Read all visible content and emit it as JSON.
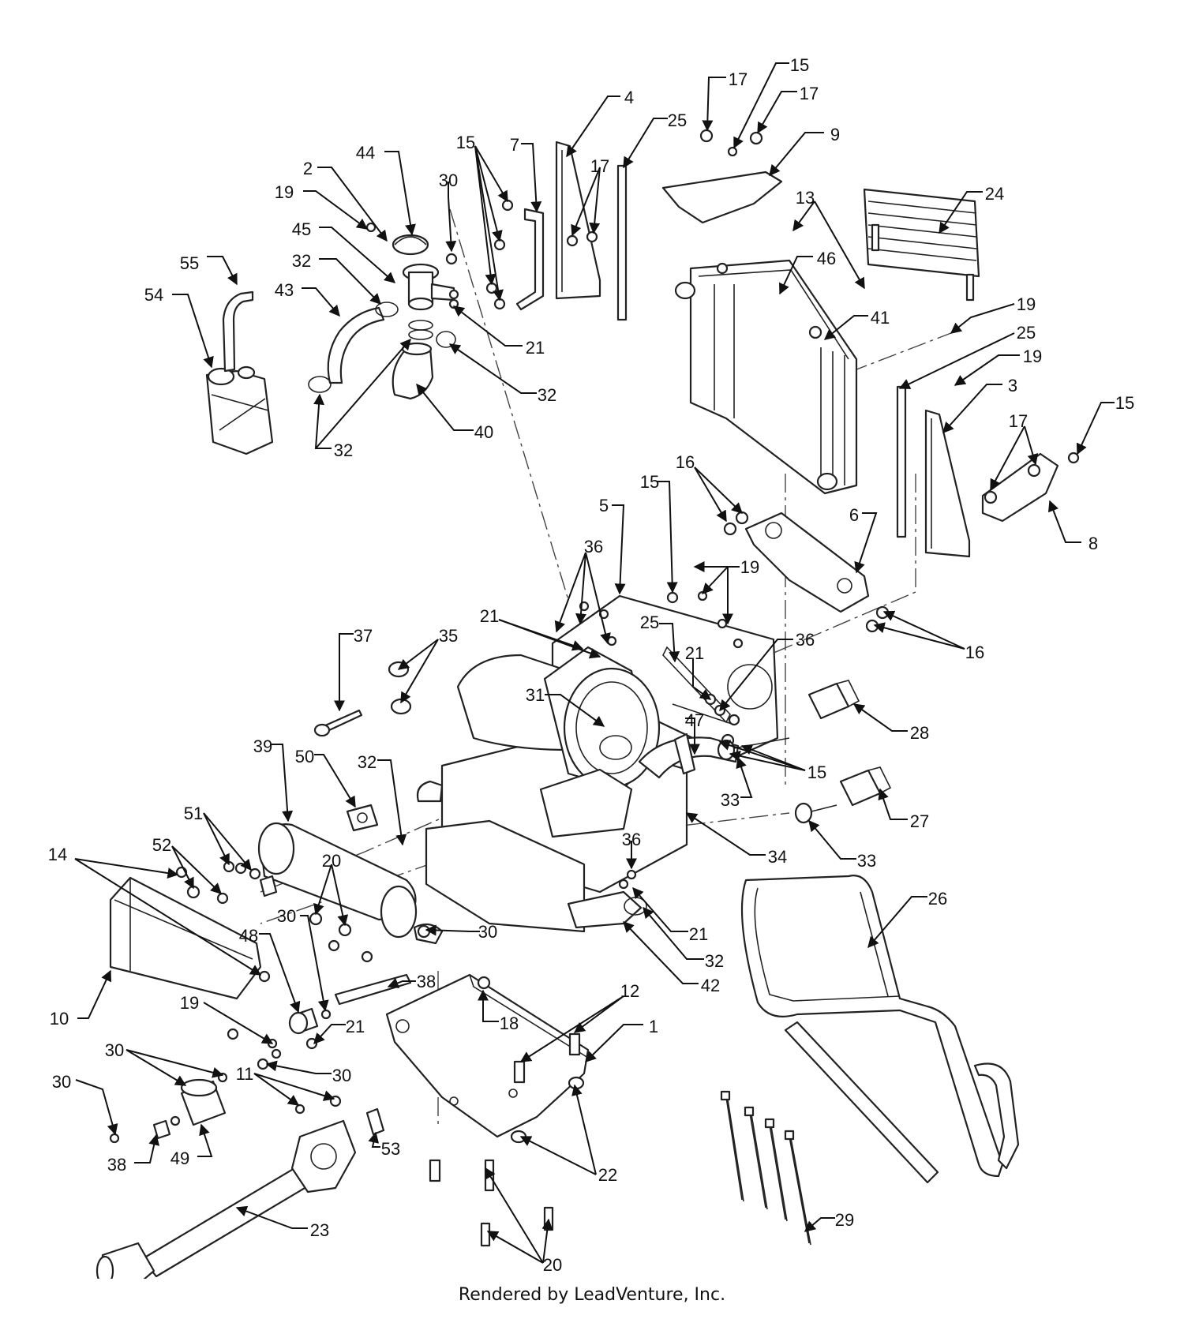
{
  "footer": "Rendered by LeadVenture, Inc.",
  "callouts": [
    {
      "id": "c55",
      "text": "55"
    },
    {
      "id": "c54",
      "text": "54"
    },
    {
      "id": "c43",
      "text": "43"
    },
    {
      "id": "c32a",
      "text": "32"
    },
    {
      "id": "c45",
      "text": "45"
    },
    {
      "id": "c19a",
      "text": "19"
    },
    {
      "id": "c2",
      "text": "2"
    },
    {
      "id": "c44",
      "text": "44"
    },
    {
      "id": "c30a",
      "text": "30"
    },
    {
      "id": "c15a",
      "text": "15"
    },
    {
      "id": "c7",
      "text": "7"
    },
    {
      "id": "c4",
      "text": "4"
    },
    {
      "id": "c17a",
      "text": "17"
    },
    {
      "id": "c25a",
      "text": "25"
    },
    {
      "id": "c21a",
      "text": "21"
    },
    {
      "id": "c32b",
      "text": "32"
    },
    {
      "id": "c40",
      "text": "40"
    },
    {
      "id": "c32c",
      "text": "32"
    },
    {
      "id": "c17b",
      "text": "17"
    },
    {
      "id": "c15b",
      "text": "15"
    },
    {
      "id": "c17c",
      "text": "17"
    },
    {
      "id": "c9",
      "text": "9"
    },
    {
      "id": "c13",
      "text": "13"
    },
    {
      "id": "c24",
      "text": "24"
    },
    {
      "id": "c46",
      "text": "46"
    },
    {
      "id": "c41",
      "text": "41"
    },
    {
      "id": "c19b",
      "text": "19"
    },
    {
      "id": "c25b",
      "text": "25"
    },
    {
      "id": "c19c",
      "text": "19"
    },
    {
      "id": "c3",
      "text": "3"
    },
    {
      "id": "c17d",
      "text": "17"
    },
    {
      "id": "c15c",
      "text": "15"
    },
    {
      "id": "c8",
      "text": "8"
    },
    {
      "id": "c16a",
      "text": "16"
    },
    {
      "id": "c6",
      "text": "6"
    },
    {
      "id": "c16b",
      "text": "16"
    },
    {
      "id": "c15d",
      "text": "15"
    },
    {
      "id": "c5",
      "text": "5"
    },
    {
      "id": "c36a",
      "text": "36"
    },
    {
      "id": "c19d",
      "text": "19"
    },
    {
      "id": "c21b",
      "text": "21"
    },
    {
      "id": "c25c",
      "text": "25"
    },
    {
      "id": "c21c",
      "text": "21"
    },
    {
      "id": "c36b",
      "text": "36"
    },
    {
      "id": "c37",
      "text": "37"
    },
    {
      "id": "c35",
      "text": "35"
    },
    {
      "id": "c31",
      "text": "31"
    },
    {
      "id": "c28",
      "text": "28"
    },
    {
      "id": "c47",
      "text": "47"
    },
    {
      "id": "c15e",
      "text": "15"
    },
    {
      "id": "c33a",
      "text": "33"
    },
    {
      "id": "c39",
      "text": "39"
    },
    {
      "id": "c50",
      "text": "50"
    },
    {
      "id": "c32d",
      "text": "32"
    },
    {
      "id": "c27",
      "text": "27"
    },
    {
      "id": "c51",
      "text": "51"
    },
    {
      "id": "c34",
      "text": "34"
    },
    {
      "id": "c33b",
      "text": "33"
    },
    {
      "id": "c14",
      "text": "14"
    },
    {
      "id": "c52",
      "text": "52"
    },
    {
      "id": "c20a",
      "text": "20"
    },
    {
      "id": "c36c",
      "text": "36"
    },
    {
      "id": "c26",
      "text": "26"
    },
    {
      "id": "c21d",
      "text": "21"
    },
    {
      "id": "c30b",
      "text": "30"
    },
    {
      "id": "c30c",
      "text": "30"
    },
    {
      "id": "c32e",
      "text": "32"
    },
    {
      "id": "c42",
      "text": "42"
    },
    {
      "id": "c48",
      "text": "48"
    },
    {
      "id": "c38a",
      "text": "38"
    },
    {
      "id": "c10",
      "text": "10"
    },
    {
      "id": "c12",
      "text": "12"
    },
    {
      "id": "c18",
      "text": "18"
    },
    {
      "id": "c1",
      "text": "1"
    },
    {
      "id": "c19e",
      "text": "19"
    },
    {
      "id": "c21e",
      "text": "21"
    },
    {
      "id": "c30d",
      "text": "30"
    },
    {
      "id": "c30e",
      "text": "30"
    },
    {
      "id": "c11",
      "text": "11"
    },
    {
      "id": "c30f",
      "text": "30"
    },
    {
      "id": "c38b",
      "text": "38"
    },
    {
      "id": "c49",
      "text": "49"
    },
    {
      "id": "c53",
      "text": "53"
    },
    {
      "id": "c22",
      "text": "22"
    },
    {
      "id": "c23",
      "text": "23"
    },
    {
      "id": "c20b",
      "text": "20"
    },
    {
      "id": "c29",
      "text": "29"
    }
  ]
}
